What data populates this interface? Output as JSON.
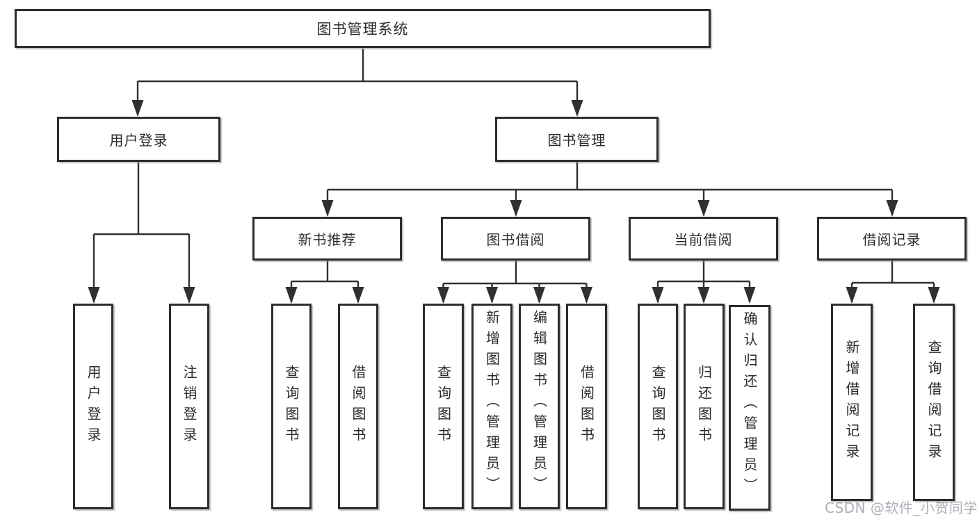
{
  "tree": {
    "root": {
      "label": "图书管理系统"
    },
    "branches": [
      {
        "label": "用户登录",
        "children": [
          {
            "label": "用户登录"
          },
          {
            "label": "注销登录"
          }
        ]
      },
      {
        "label": "图书管理",
        "groups": [
          {
            "label": "新书推荐",
            "children": [
              {
                "label": "查询图书"
              },
              {
                "label": "借阅图书"
              }
            ]
          },
          {
            "label": "图书借阅",
            "children": [
              {
                "label": "查询图书"
              },
              {
                "label": "新增图书（管理员）"
              },
              {
                "label": "编辑图书（管理员）"
              },
              {
                "label": "借阅图书"
              }
            ]
          },
          {
            "label": "当前借阅",
            "children": [
              {
                "label": "查询图书"
              },
              {
                "label": "归还图书"
              },
              {
                "label": "确认归还（管理员）"
              }
            ]
          },
          {
            "label": "借阅记录",
            "children": [
              {
                "label": "新增借阅记录"
              },
              {
                "label": "查询借阅记录"
              }
            ]
          }
        ]
      }
    ]
  },
  "watermark": "CSDN @软件_小贺同学",
  "colors": {
    "line": "#303030",
    "box_border": "#2d2d2d",
    "box_fill": "#ffffff",
    "text": "#2b2b2b",
    "watermark": "#989ea7"
  }
}
